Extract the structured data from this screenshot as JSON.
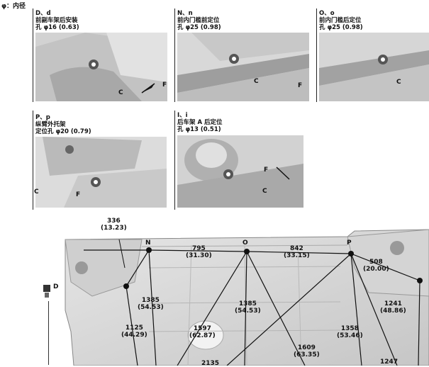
{
  "legend": "φ：内径",
  "panels": [
    {
      "id": "dd",
      "code": "D、d",
      "name": "前副车架后安装",
      "hole": "孔 φ16 (0.63)"
    },
    {
      "id": "nn",
      "code": "N、n",
      "name": "前内门槛前定位",
      "hole": "孔 φ25 (0.98)"
    },
    {
      "id": "oo",
      "code": "O、o",
      "name": "前内门槛后定位",
      "hole": "孔 φ25 (0.98)"
    },
    {
      "id": "pp",
      "code": "P、p",
      "name": "纵臂外托架",
      "hole": "定位孔 φ20 (0.79)"
    },
    {
      "id": "ii",
      "code": "I、i",
      "name": "后车架 A 后定位",
      "hole": "孔 φ13 (0.51)"
    }
  ],
  "axis_labels": {
    "c": "C",
    "f": "F"
  },
  "points": {
    "D": "D",
    "N": "N",
    "O": "O",
    "P": "P"
  },
  "dimensions": [
    {
      "id": "d336",
      "mm": "336",
      "inch": "(13.23)"
    },
    {
      "id": "d795",
      "mm": "795",
      "inch": "(31.30)"
    },
    {
      "id": "d842",
      "mm": "842",
      "inch": "(33.15)"
    },
    {
      "id": "d508",
      "mm": "508",
      "inch": "(20.00)"
    },
    {
      "id": "d1385a",
      "mm": "1385",
      "inch": "(54.53)"
    },
    {
      "id": "d1385b",
      "mm": "1385",
      "inch": "(54.53)"
    },
    {
      "id": "d1241",
      "mm": "1241",
      "inch": "(48.86)"
    },
    {
      "id": "d1125",
      "mm": "1125",
      "inch": "(44.29)"
    },
    {
      "id": "d1597",
      "mm": "1597",
      "inch": "(62.87)"
    },
    {
      "id": "d1358",
      "mm": "1358",
      "inch": "(53.46)"
    },
    {
      "id": "d1609",
      "mm": "1609",
      "inch": "(63.35)"
    },
    {
      "id": "d2135",
      "mm": "2135",
      "inch": ""
    },
    {
      "id": "d1247",
      "mm": "1247",
      "inch": ""
    }
  ]
}
